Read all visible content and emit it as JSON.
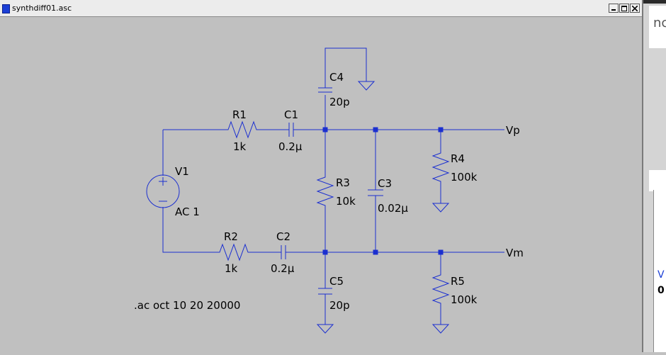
{
  "window": {
    "title": "synthdiff01.asc"
  },
  "components": {
    "V1": {
      "name": "V1",
      "value": "AC 1"
    },
    "R1": {
      "name": "R1",
      "value": "1k"
    },
    "R2": {
      "name": "R2",
      "value": "1k"
    },
    "C1": {
      "name": "C1",
      "value": "0.2µ"
    },
    "C2": {
      "name": "C2",
      "value": "0.2µ"
    },
    "C3": {
      "name": "C3",
      "value": "0.02µ"
    },
    "C4": {
      "name": "C4",
      "value": "20p"
    },
    "C5": {
      "name": "C5",
      "value": "20p"
    },
    "R3": {
      "name": "R3",
      "value": "10k"
    },
    "R4": {
      "name": "R4",
      "value": "100k"
    },
    "R5": {
      "name": "R5",
      "value": "100k"
    }
  },
  "nets": {
    "vp": "Vp",
    "vm": "Vm"
  },
  "directive": ".ac oct 10 20 20000",
  "side_panel": {
    "partial_text": "nc",
    "partial_v": "V",
    "partial_zero": "0"
  },
  "colors": {
    "wire": "#1b2fd0",
    "junction": "#1b2fd0",
    "background": "#c0c0c0"
  }
}
